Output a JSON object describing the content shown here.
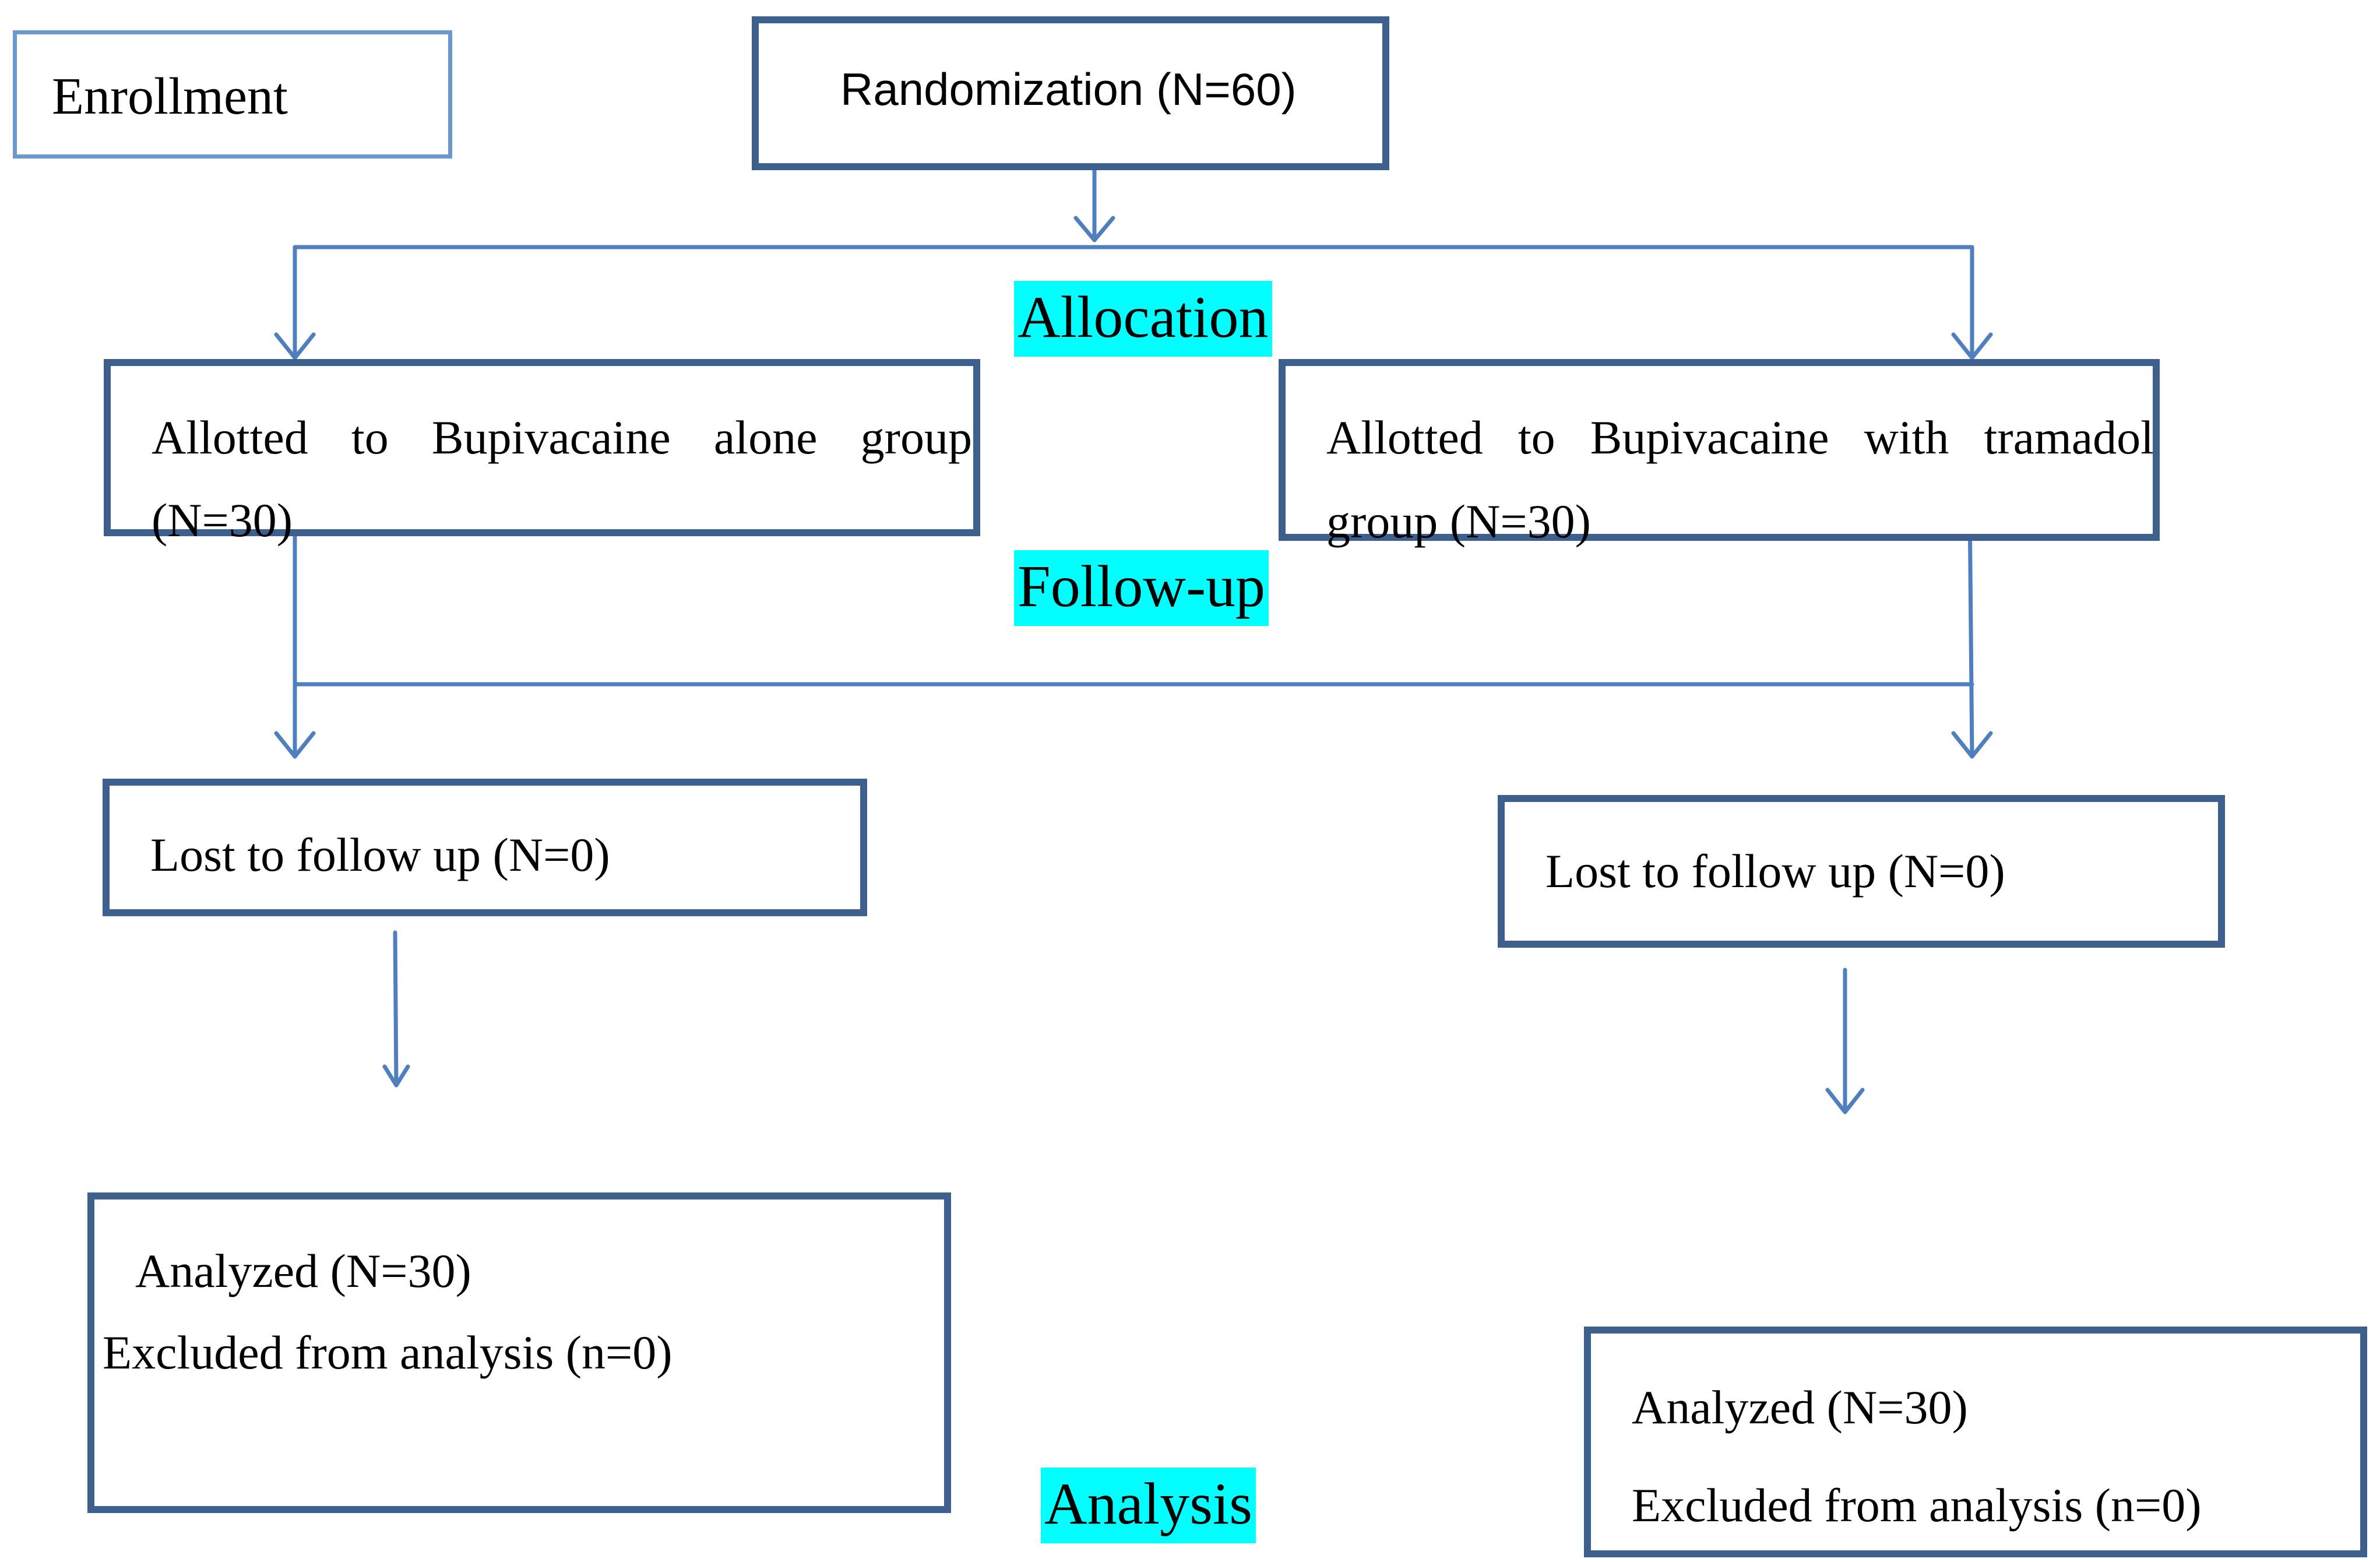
{
  "diagram": {
    "enrollment": "Enrollment",
    "randomization": "Randomization (N=60)",
    "allocation": "Allocation",
    "follow_up": "Follow-up",
    "analysis": "Analysis",
    "left_group": {
      "line1": [
        "Allotted",
        "to",
        "Bupivacaine",
        "alone",
        "group"
      ],
      "line2": "(N=30)",
      "lost": "Lost to follow up (N=0)",
      "analyzed": "Analyzed (N=30)",
      "excluded": "Excluded from analysis (n=0)"
    },
    "right_group": {
      "line1": [
        "Allotted",
        "to",
        "Bupivacaine",
        "with",
        "tramadol"
      ],
      "line2": "group (N=30)",
      "lost": "Lost to follow up (N=0)",
      "analyzed": "Analyzed (N=30)",
      "excluded": "Excluded from analysis (n=0)"
    },
    "colors": {
      "box_border": "#3c5f8e",
      "arrow": "#4f7fbf",
      "label_bg": "#00ffff",
      "enrollment_border": "#6b98d0"
    }
  }
}
